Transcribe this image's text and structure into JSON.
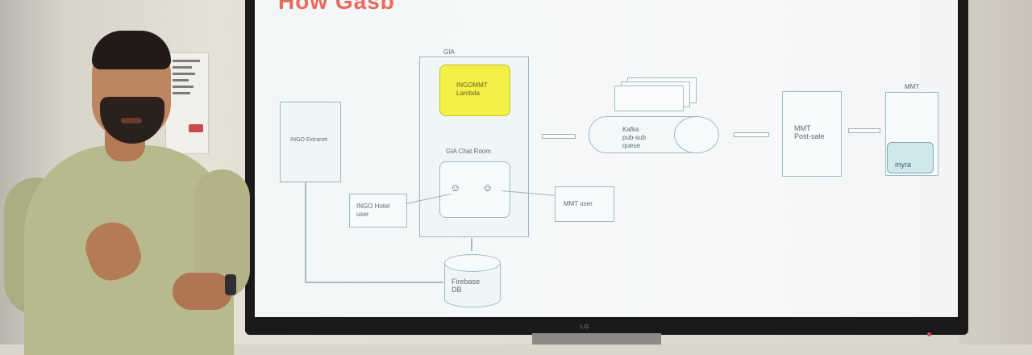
{
  "scene": {
    "title_fragment": "How Gasb",
    "colors": {
      "wall": "#d9d6cc",
      "screen": "#f4f7f7",
      "accent_yellow": "#f2ef46",
      "title_red": "#e86a5c",
      "sweater": "#b9b98e"
    }
  },
  "diagram": {
    "gia_label": "GIA",
    "lambda_label": "INGOMMT\nLambda",
    "chat_room_label": "GIA Chat Room",
    "extranet_label": "INGO Extranet",
    "hotel_user_label": "INGO Hotel\nuser",
    "mmt_user_label": "MMT user",
    "kafka_label": "Kafka\npub-sub\nqueue",
    "post_sale_label": "MMT\nPost-sale",
    "mmt_label": "MMT",
    "myra_label": "myra",
    "firebase_label": "Firebase\nDB"
  },
  "tv": {
    "brand": "LG"
  }
}
